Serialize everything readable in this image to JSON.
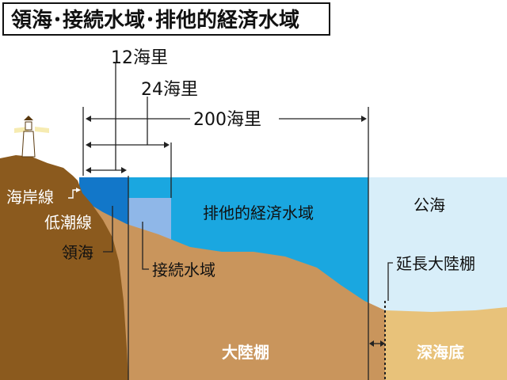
{
  "title": "領海･接続水域･排他的経済水域",
  "distances": {
    "nm12": "12海里",
    "nm24": "24海里",
    "nm200": "200海里"
  },
  "zones": {
    "coastline": "海岸線",
    "low_tide_line": "低潮線",
    "territorial_sea": "領海",
    "contiguous_zone": "接続水域",
    "eez": "排他的経済水域",
    "high_seas": "公海",
    "extended_continental_shelf": "延長大陸棚",
    "continental_shelf": "大陸棚",
    "deep_seabed": "深海底"
  },
  "colors": {
    "land": "#8b5a1e",
    "seabed": "#c9955c",
    "eez_water": "#1aa7e0",
    "territorial_water": "#1277c9",
    "contiguous_water": "#8fb7e8",
    "high_seas_water": "#d8eef9",
    "deep_seabed": "#e8c27a"
  }
}
